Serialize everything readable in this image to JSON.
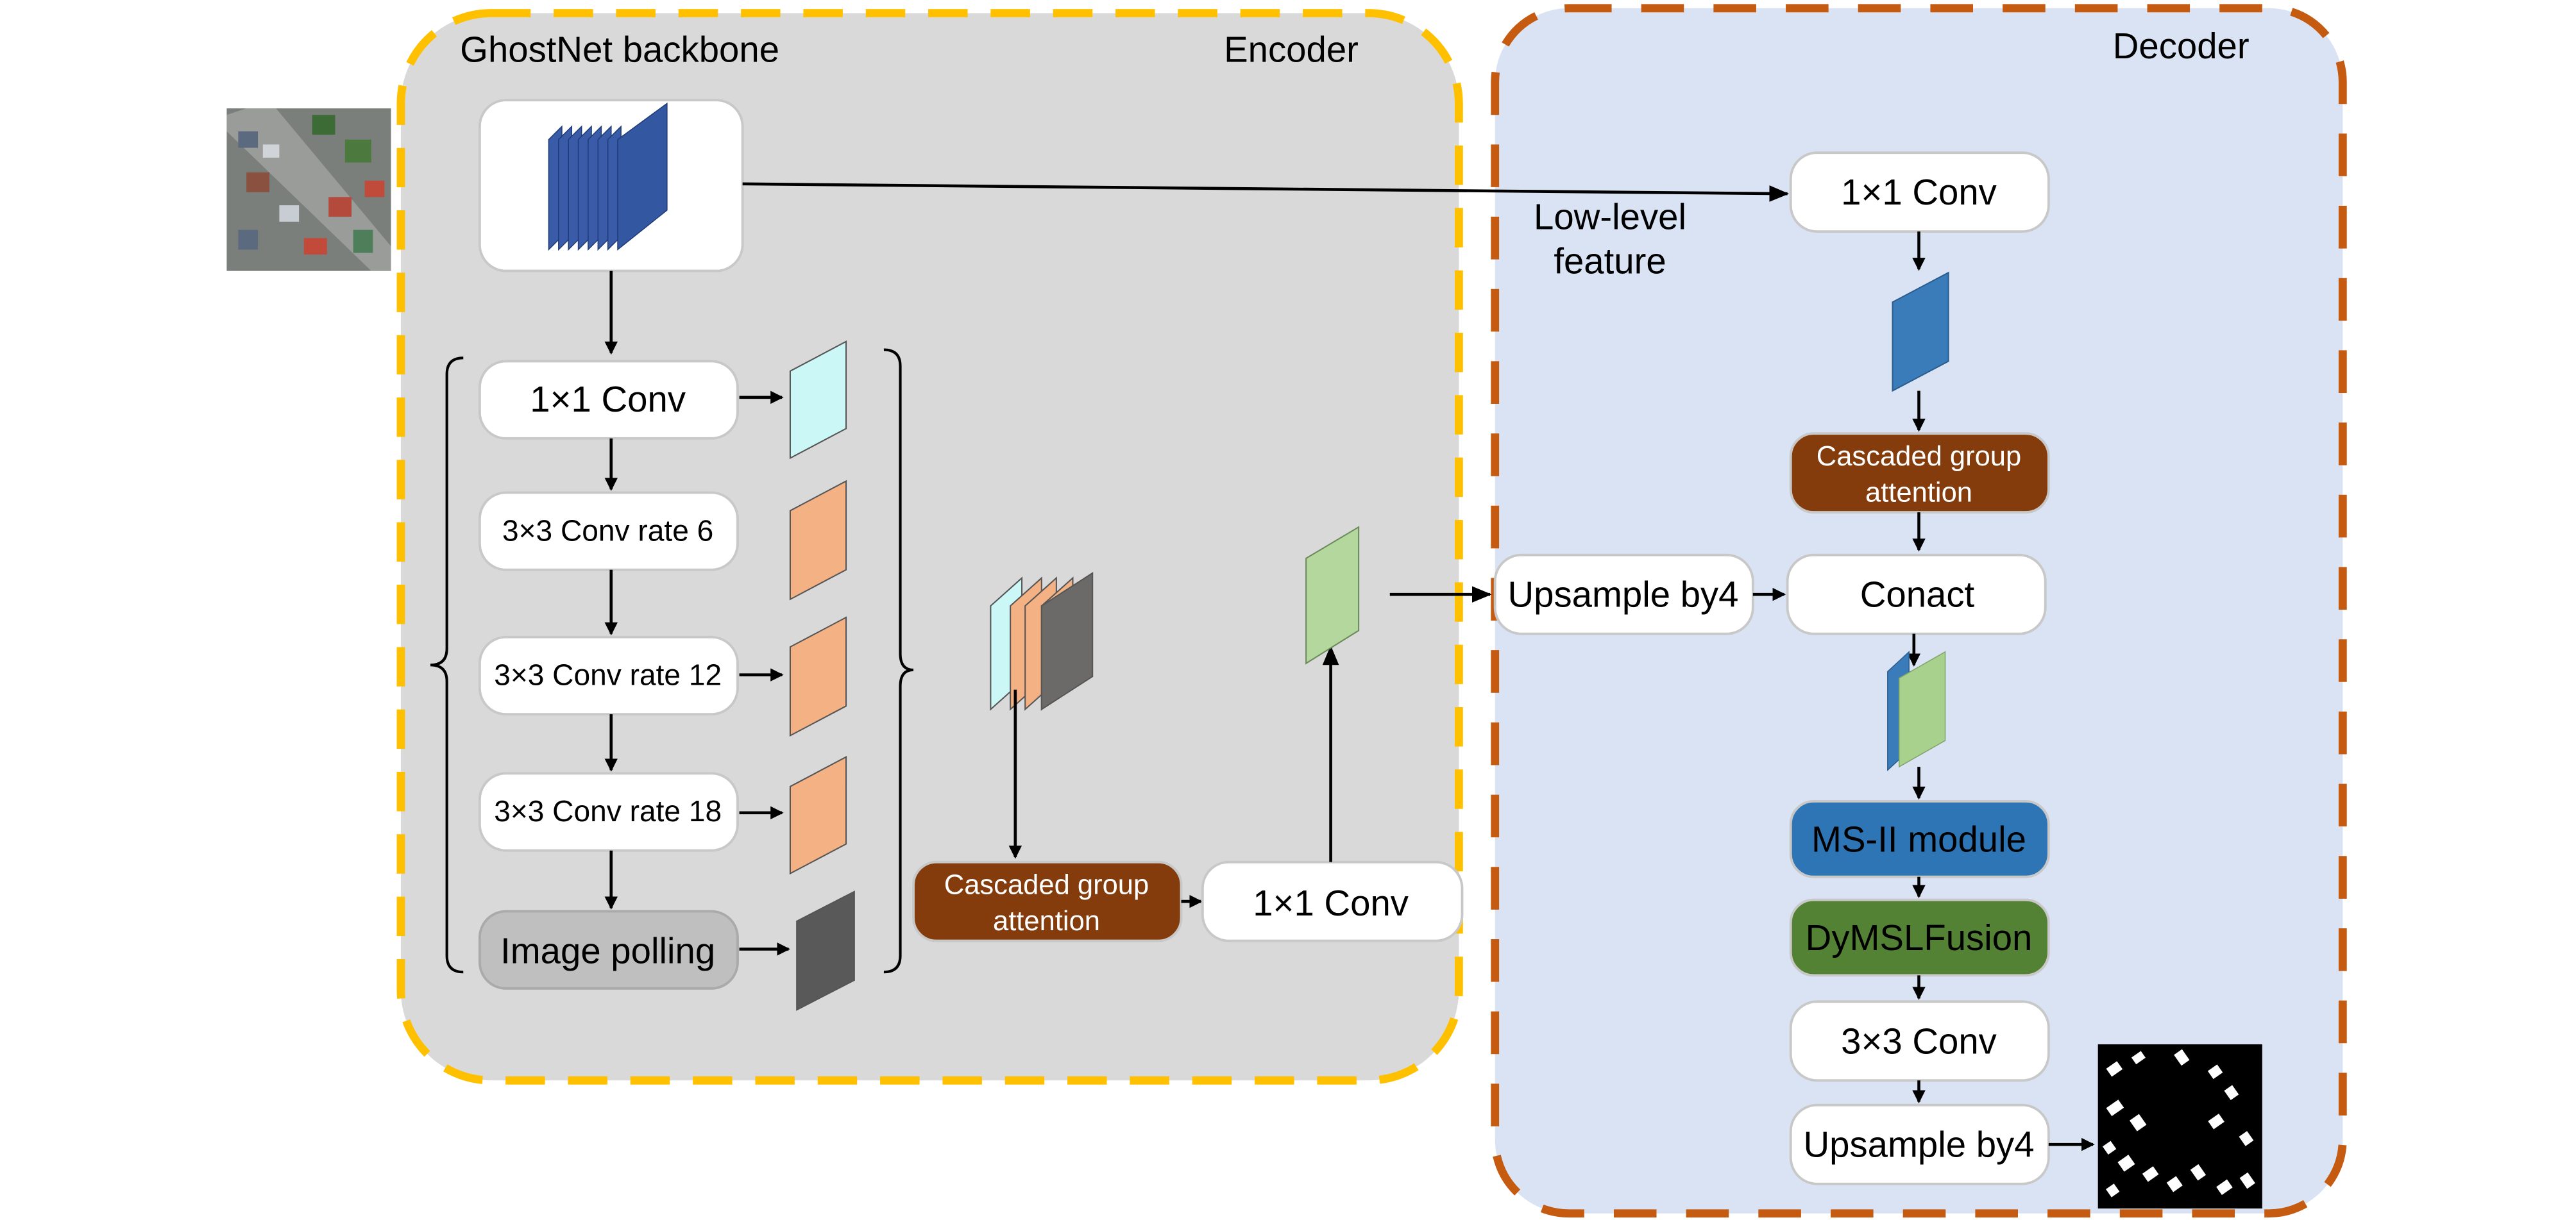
{
  "diagram": {
    "encoder": {
      "title": "Encoder",
      "backbone_label": "GhostNet backbone",
      "border_color": "#FFC000",
      "fill_color": "#D9D9D9",
      "aspp": [
        {
          "label": "1×1 Conv",
          "feature_color": "#CCF7F7"
        },
        {
          "label": "3×3 Conv rate 6",
          "feature_color": "#F4B183"
        },
        {
          "label": "3×3 Conv rate 12",
          "feature_color": "#F4B183"
        },
        {
          "label": "3×3 Conv rate 18",
          "feature_color": "#F4B183"
        },
        {
          "label": "Image polling",
          "feature_color": "#595959"
        }
      ],
      "attention_label": "Cascaded group attention",
      "attention_line1": "Cascaded group",
      "attention_line2": "attention",
      "conv_label": "1×1 Conv",
      "attention_color": "#843C0C",
      "output_feature_color": "#B4D79E"
    },
    "decoder": {
      "title": "Decoder",
      "border_color": "#C55A11",
      "fill_color": "#DAE3F3",
      "low_level_line1": "Low-level",
      "low_level_line2": "feature",
      "conv1_label": "1×1 Conv",
      "attention_line1": "Cascaded group",
      "attention_line2": "attention",
      "upsample1_label": "Upsample by4",
      "concat_label": "Conact",
      "ms_module_label": "MS-II module",
      "ms_module_color": "#2E75B6",
      "fusion_label": "DyMSLFusion",
      "fusion_color": "#548235",
      "conv3_label": "3×3 Conv",
      "upsample2_label": "Upsample by4",
      "low_feature_color": "#3A7BBA"
    },
    "input_image": "aerial-input-image",
    "output_image": "building-segmentation-mask"
  }
}
